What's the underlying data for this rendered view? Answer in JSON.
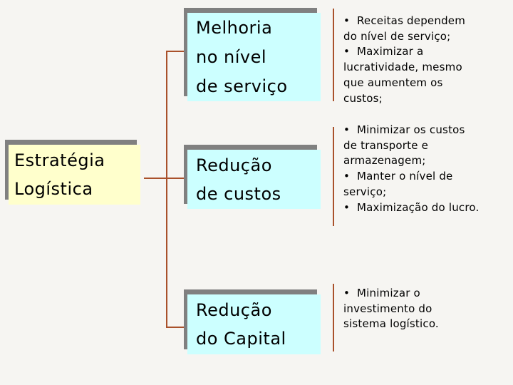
{
  "slide": {
    "background_color": "#f6f5f2",
    "connector_color": "#a9512b",
    "shadow_color": "#808080",
    "root_box": {
      "label": "Estratégia\nLogística",
      "fill": "#ffffcc"
    },
    "branches": [
      {
        "box_label": "Melhoria\nno nível\nde serviço",
        "fill": "#ccffff",
        "notes": "•  Receitas dependem\ndo nível de serviço;\n•  Maximizar a\nlucratividade, mesmo\nque aumentem os\ncustos;"
      },
      {
        "box_label": "Redução\nde custos",
        "fill": "#ccffff",
        "notes": "•  Minimizar os custos\nde transporte e\narmazenagem;\n•  Manter o nível de\nserviço;\n•  Maximização do lucro."
      },
      {
        "box_label": "Redução\ndo Capital",
        "fill": "#ccffff",
        "notes": "•  Minimizar o\ninvestimento do\nsistema logístico."
      }
    ]
  }
}
